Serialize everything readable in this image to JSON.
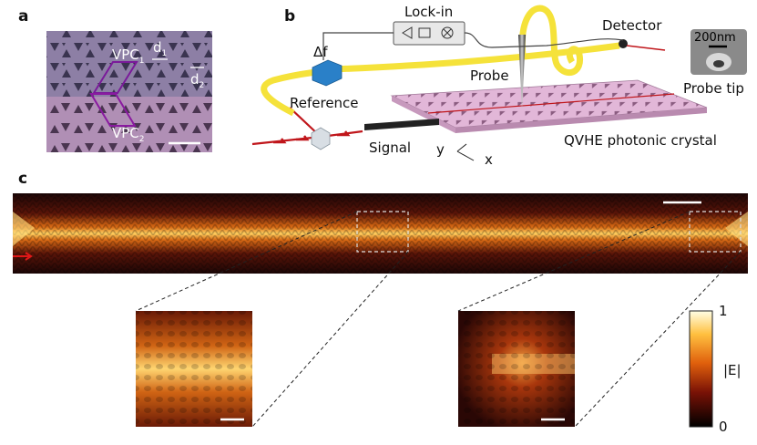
{
  "panel_a": {
    "letter": "a",
    "vpc1": "VPC",
    "vpc1_sub": "1",
    "vpc2": "VPC",
    "vpc2_sub": "2",
    "d1": "d",
    "d1_sub": "1",
    "d2": "d",
    "d2_sub": "2"
  },
  "panel_b": {
    "letter": "b",
    "lockin": "Lock-in",
    "detector": "Detector",
    "delta_f": "Δf",
    "reference": "Reference",
    "probe": "Probe",
    "scale_200nm": "200nm",
    "probe_tip": "Probe tip",
    "signal": "Signal",
    "crystal": "QVHE photonic crystal",
    "axis_y": "y",
    "axis_x": "x"
  },
  "panel_c": {
    "letter": "c",
    "colorbar_max": "1",
    "colorbar_label": "|E|",
    "colorbar_min": "0"
  },
  "colors": {
    "fiber": "#f5e23a",
    "laser": "#c0161b",
    "crystal": "#d9a8cf",
    "field_bg": "#1a0505",
    "field_core": "#ffb030"
  }
}
